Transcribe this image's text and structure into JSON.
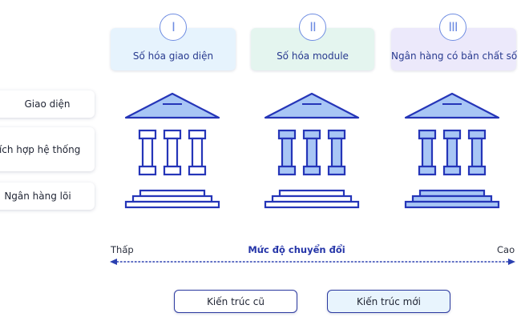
{
  "stages": [
    {
      "label": "Số hóa giao diện",
      "marker": "I",
      "bg": "#e6f3fd"
    },
    {
      "label": "Số hóa module",
      "marker": "II",
      "bg": "#e4f5ef"
    },
    {
      "label": "Ngân hàng có bản chất số",
      "marker": "III",
      "bg": "#ece9fb"
    }
  ],
  "layers": [
    "Giao diện",
    "Tích hợp hệ thống",
    "Ngân hàng lõi"
  ],
  "axis": {
    "low": "Thấp",
    "title": "Mức độ chuyển đổi",
    "high": "Cao"
  },
  "legend": {
    "old_label": "Kiến trúc cũ",
    "new_label": "Kiến trúc mới"
  },
  "colors": {
    "outline": "#2535b8",
    "old_fill": "#ffffff",
    "new_fill": "#a8c6f5",
    "legend_new_bg": "#e8f4fd",
    "arrow": "#2a3fb0"
  },
  "buildings": [
    {
      "roof": "new",
      "columns": [
        "old",
        "old",
        "old"
      ],
      "base": "old"
    },
    {
      "roof": "new",
      "columns": [
        "new",
        "new",
        "new"
      ],
      "base": "old"
    },
    {
      "roof": "new",
      "columns": [
        "new",
        "new",
        "new"
      ],
      "base": "new"
    }
  ]
}
